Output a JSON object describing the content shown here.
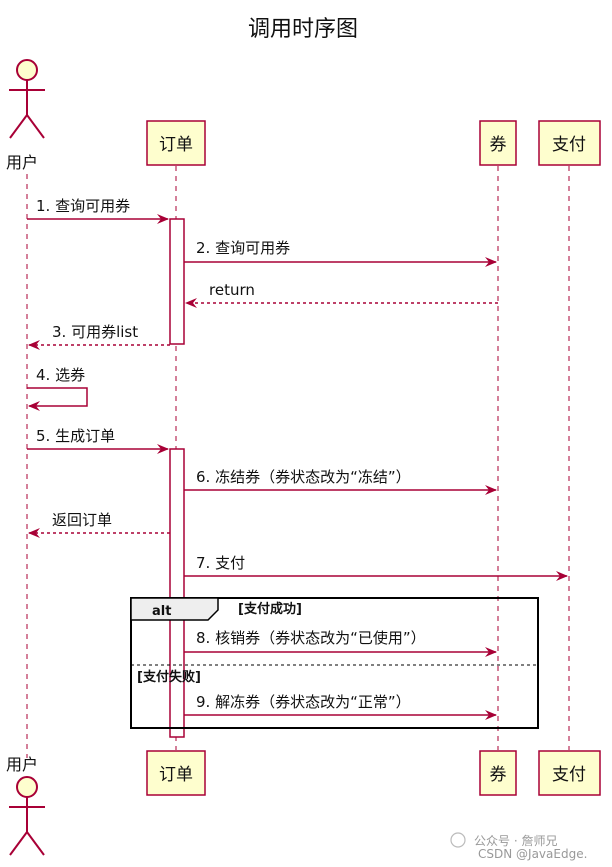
{
  "title": "调用时序图",
  "participants": {
    "user": "用户",
    "order": "订单",
    "coupon": "券",
    "pay": "支付"
  },
  "messages": {
    "m1": "1. 查询可用券",
    "m2": "2. 查询可用券",
    "m2r": "return",
    "m3": "3. 可用券list",
    "m4": "4. 选券",
    "m5": "5. 生成订单",
    "m6": "6. 冻结券（券状态改为“冻结”）",
    "m6r": "返回订单",
    "m7": "7. 支付",
    "m8": "8. 核销券（券状态改为“已使用”）",
    "m9": "9. 解冻券（券状态改为“正常”）"
  },
  "alt": {
    "keyword": "alt",
    "guard1": "[支付成功]",
    "guard2": "[支付失败]"
  },
  "watermark": {
    "line1": "公众号 · 詹师兄",
    "line2": "CSDN @JavaEdge."
  },
  "colors": {
    "arrow": "#A80036",
    "box_fill": "#FEFECE",
    "lifeline": "#A80036"
  }
}
